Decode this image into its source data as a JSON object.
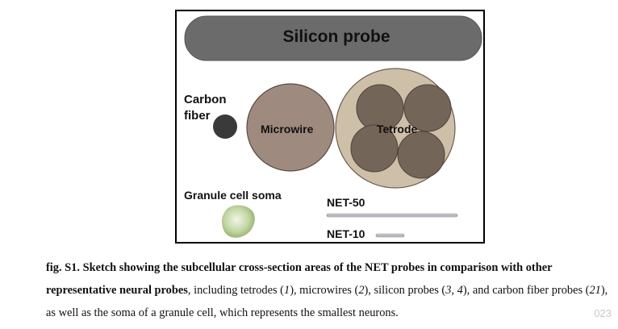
{
  "figure": {
    "probe_label": "Silicon probe",
    "carbon_line1": "Carbon",
    "carbon_line2": "fiber",
    "microwire_label": "Microwire",
    "tetrode_label": "Tetrode",
    "granule_label": "Granule cell soma",
    "net50_label": "NET-50",
    "net10_label": "NET-10",
    "colors": {
      "silicon": "#6b6b6b",
      "carbon": "#3a3a3a",
      "microwire": "#9e8a7e",
      "tetrode_outer": "#cdbfa8",
      "tetrode_inner": "#736558",
      "granule": "#b7cf98",
      "net": "#b8b8b8"
    }
  },
  "caption": {
    "fig_id": "fig. S1.",
    "bold_text": "Sketch showing the subcellular cross-section areas of the NET probes in comparison with other representative neural probes",
    "seg1": ", including tetrodes (",
    "ref1": "1",
    "seg2": "), microwires (",
    "ref2": "2",
    "seg3": "), silicon probes (",
    "ref3": "3, 4",
    "seg4": "), and carbon fiber probes (",
    "ref4": "21",
    "seg5": "), as well as the soma of a granule cell, which represents the smallest neurons."
  },
  "watermark": "023"
}
